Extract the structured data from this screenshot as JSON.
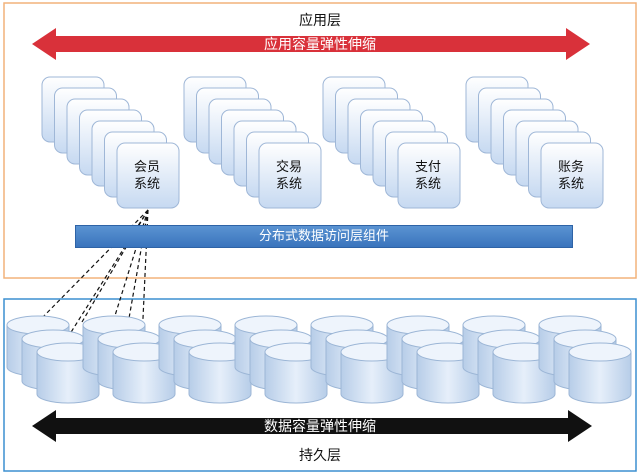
{
  "app_layer": {
    "title": "应用层",
    "scaling_label": "应用容量弹性伸缩",
    "frame_color": "#f2b27a",
    "arrow_color": "#d9313a"
  },
  "services": [
    {
      "line1": "会员",
      "line2": "系统"
    },
    {
      "line1": "交易",
      "line2": "系统"
    },
    {
      "line1": "支付",
      "line2": "系统"
    },
    {
      "line1": "账务",
      "line2": "系统"
    }
  ],
  "access_layer": {
    "label": "分布式数据访问层组件",
    "color": "#3f7ac2"
  },
  "persistence_layer": {
    "title": "持久层",
    "scaling_label": "数据容量弹性伸缩",
    "frame_color": "#3c8fd0",
    "arrow_color": "#111111",
    "cylinder_groups": 8
  }
}
